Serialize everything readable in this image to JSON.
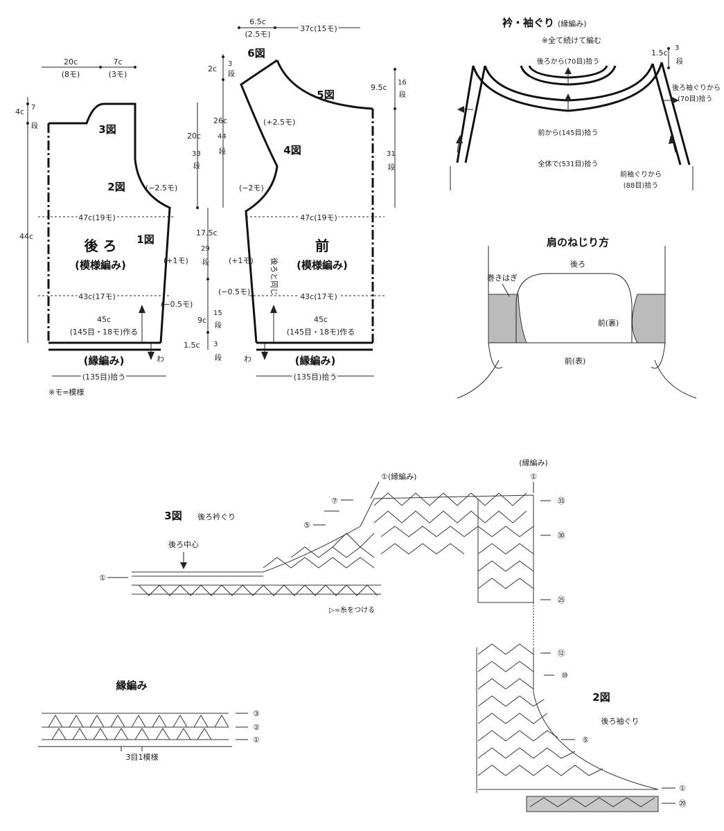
{
  "left_pattern": {
    "back_top_width": "20c",
    "back_top_width_mo": "(8モ)",
    "back_neck_width": "7c",
    "back_neck_width_mo": "(3モ)",
    "back_neck_depth": "4c",
    "back_neck_depth_rows": "7",
    "back_neck_depth_dan": "段",
    "total_height": "44c",
    "fig3": "3図",
    "fig2": "2図",
    "fig1": "1図",
    "armhole_dec_back": "(−2.5モ)",
    "chest_width_back": "47c(19モ)",
    "back_title": "後 ろ",
    "back_subtitle": "(模様編み)",
    "inc_back": "(+1モ)",
    "waist_back": "43c(17モ)",
    "dec_back": "(−0.5モ)",
    "hem_back_width": "45c",
    "hem_back_make": "(145目・18モ)作る",
    "edge_back": "(縁編み)",
    "pickup_back": "(135目)拾う",
    "wa_back": "わ",
    "note": "※モ=模様"
  },
  "middle_dims": {
    "shoulder_top": "6.5c",
    "shoulder_top_mo": "(2.5モ)",
    "shoulder_long": "37c(15モ)",
    "fig6": "6図",
    "c2": "2c",
    "c2_rows": "3",
    "c2_dan": "段",
    "c20": "20c",
    "c20_rows": "33",
    "c20_dan": "段",
    "c26": "26c",
    "c26_rows": "44",
    "c26_dan": "段",
    "c175": "17.5c",
    "c175_rows": "29",
    "c175_dan": "段",
    "c9": "9c",
    "c9_rows": "15",
    "c9_dan": "段",
    "c15": "1.5c",
    "c15_rows": "3",
    "c15_dan": "段"
  },
  "front_pattern": {
    "fig5": "5図",
    "fig4": "4図",
    "inc_top": "(+2.5モ)",
    "dec_side": "(−2モ)",
    "c95": "9.5c",
    "c95_rows": "16",
    "c95_dan": "段",
    "c31_rows": "31",
    "c31_dan": "段",
    "chest_width_front": "47c(19モ)",
    "same_as_back": "後ろと同じ",
    "front_title": "前",
    "front_subtitle": "(模様編み)",
    "inc_front": "(+1モ)",
    "waist_front": "43c(17モ)",
    "dec_front": "(−0.5モ)",
    "hem_front_width": "45c",
    "hem_front_make": "(145目・18モ)作る",
    "edge_front": "(縁編み)",
    "pickup_front": "(135目)拾う",
    "wa_front": "わ"
  },
  "collar": {
    "title": "衿・袖ぐり",
    "title_sub": "(縁編み)",
    "note": "※全て続けて編む",
    "back_pick": "後ろから(70目)拾う",
    "front_pick": "前から(145目)拾う",
    "total_pick": "全体で(531目)拾う",
    "back_arm_pick": "後ろ袖ぐりから",
    "back_arm_pick2": "(70目)拾う",
    "front_arm_pick": "前袖ぐりから",
    "front_arm_pick2": "(88目)拾う",
    "c15": "1.5c",
    "c15_rows": "3",
    "c15_dan": "段"
  },
  "shoulder_twist": {
    "title": "肩のねじり方",
    "back": "後ろ",
    "seam": "巻きはぎ",
    "front_wrong": "前(裏)",
    "front_right": "前(表)"
  },
  "fig3_chart": {
    "title": "3図",
    "subtitle": "後ろ衿ぐり",
    "edge_label": "①(縁編み)",
    "center": "後ろ中心",
    "yarn_note": "▷=糸をつける",
    "row1_left": "①",
    "row5": "⑤",
    "row7": "⑦",
    "edge_top": "(縁編み)",
    "edge_top_row": "①",
    "row33": "㉝",
    "row30": "㉚",
    "row25": "㉕"
  },
  "fig2_chart": {
    "row12": "⑫",
    "row10": "⑩",
    "row5": "⑤",
    "row1": "①",
    "row29": "㉙",
    "title": "2図",
    "subtitle": "後ろ袖ぐり"
  },
  "edge_chart": {
    "title": "縁編み",
    "row3": "③",
    "row2": "②",
    "row1": "①",
    "repeat": "3目1模様"
  }
}
